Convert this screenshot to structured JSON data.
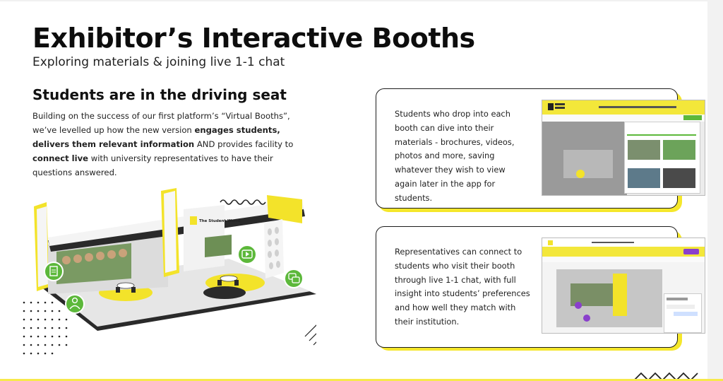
{
  "header": {
    "title": "Exhibitor’s Interactive Booths",
    "subtitle": "Exploring materials & joining live 1-1 chat"
  },
  "section": {
    "heading": "Students are in the driving seat",
    "intro_parts": [
      {
        "text": "Building on the success of our first platform’s “Virtual Booths”, we’ve levelled up how the new version ",
        "bold": false
      },
      {
        "text": "engages students, delivers them relevant information",
        "bold": true
      },
      {
        "text": " AND provides facility to ",
        "bold": false
      },
      {
        "text": "connect live",
        "bold": true
      },
      {
        "text": " with university representatives to have their questions answered.",
        "bold": false
      }
    ]
  },
  "cards": [
    {
      "text": "Students who drop into each booth can dive into their materials - brochures, videos, photos and more, saving whatever they wish to view again later in the app for students."
    },
    {
      "text": "Representatives can connect to students who visit their booth through live 1-1 chat, with full insight into students’ preferences and how well they match with their institution."
    }
  ],
  "booth": {
    "brand": "The Student World"
  },
  "colors": {
    "accent_yellow": "#f5e72b",
    "green_icon": "#5cb83a",
    "dark": "#111111"
  },
  "icons": [
    "document-icon",
    "person-icon",
    "play-icon",
    "chat-icon",
    "squiggle-decoration",
    "dot-grid-decoration",
    "hatched-circle-decoration",
    "zigzag-decoration"
  ]
}
